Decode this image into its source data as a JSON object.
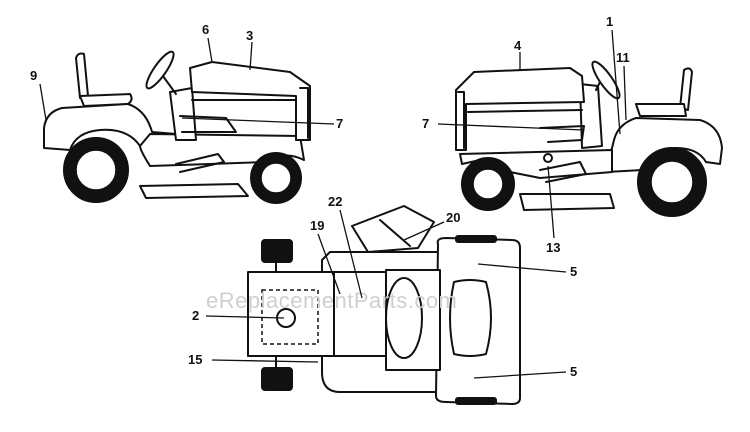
{
  "watermark": "eReplacementParts.com",
  "callouts": {
    "c1": "1",
    "c2": "2",
    "c3": "3",
    "c4": "4",
    "c5a": "5",
    "c5b": "5",
    "c6": "6",
    "c7a": "7",
    "c7b": "7",
    "c9": "9",
    "c11": "11",
    "c13": "13",
    "c15": "15",
    "c19": "19",
    "c20": "20",
    "c22": "22"
  }
}
